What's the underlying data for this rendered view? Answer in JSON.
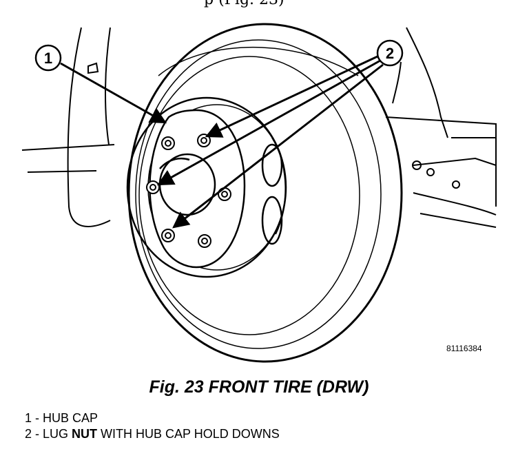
{
  "header_fragment": "p (Fig. 23)",
  "figure_id": "81116384",
  "caption": "Fig. 23 FRONT TIRE (DRW)",
  "callouts": [
    {
      "number": "1"
    },
    {
      "number": "2"
    }
  ],
  "legend": [
    {
      "prefix": "1 - HUB CAP",
      "bold": "",
      "suffix": ""
    },
    {
      "prefix": "2 - LUG ",
      "bold": "NUT",
      "suffix": " WITH HUB CAP HOLD DOWNS"
    }
  ]
}
